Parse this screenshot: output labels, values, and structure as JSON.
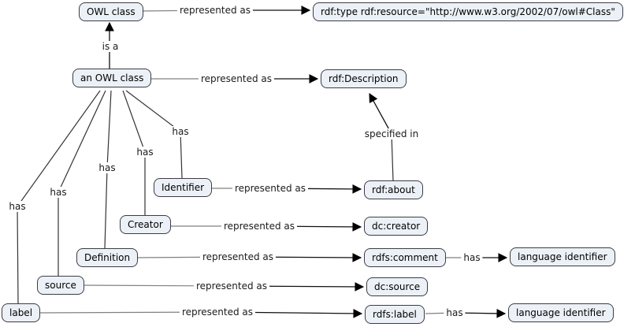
{
  "diagram": {
    "nodes": [
      {
        "id": "owl-class",
        "label": "OWL class"
      },
      {
        "id": "rdf-type-resource",
        "label": "rdf:type rdf:resource=\"http://www.w3.org/2002/07/owl#Class\""
      },
      {
        "id": "an-owl-class",
        "label": "an OWL class"
      },
      {
        "id": "rdf-description",
        "label": "rdf:Description"
      },
      {
        "id": "identifier",
        "label": "Identifier"
      },
      {
        "id": "rdf-about",
        "label": "rdf:about"
      },
      {
        "id": "creator",
        "label": "Creator"
      },
      {
        "id": "dc-creator",
        "label": "dc:creator"
      },
      {
        "id": "definition",
        "label": "Definition"
      },
      {
        "id": "rdfs-comment",
        "label": "rdfs:comment"
      },
      {
        "id": "language-identifier-1",
        "label": "language identifier"
      },
      {
        "id": "source",
        "label": "source"
      },
      {
        "id": "dc-source",
        "label": "dc:source"
      },
      {
        "id": "label",
        "label": "label"
      },
      {
        "id": "rdfs-label",
        "label": "rdfs:label"
      },
      {
        "id": "language-identifier-2",
        "label": "language identifier"
      }
    ],
    "edges": [
      {
        "from": "an OWL class",
        "label": "is a",
        "to": "OWL class"
      },
      {
        "from": "OWL class",
        "label": "represented as",
        "to": "rdf:type rdf:resource=\"http://www.w3.org/2002/07/owl#Class\""
      },
      {
        "from": "an OWL class",
        "label": "represented as",
        "to": "rdf:Description"
      },
      {
        "from": "rdf:about",
        "label": "specified in",
        "to": "rdf:Description"
      },
      {
        "from": "an OWL class",
        "label": "has",
        "to": "Identifier"
      },
      {
        "from": "an OWL class",
        "label": "has",
        "to": "Creator"
      },
      {
        "from": "an OWL class",
        "label": "has",
        "to": "Definition"
      },
      {
        "from": "an OWL class",
        "label": "has",
        "to": "source"
      },
      {
        "from": "an OWL class",
        "label": "has",
        "to": "label"
      },
      {
        "from": "Identifier",
        "label": "represented as",
        "to": "rdf:about"
      },
      {
        "from": "Creator",
        "label": "represented as",
        "to": "dc:creator"
      },
      {
        "from": "Definition",
        "label": "represented as",
        "to": "rdfs:comment"
      },
      {
        "from": "rdfs:comment",
        "label": "has",
        "to": "language identifier"
      },
      {
        "from": "source",
        "label": "represented as",
        "to": "dc:source"
      },
      {
        "from": "label",
        "label": "represented as",
        "to": "rdfs:label"
      },
      {
        "from": "rdfs:label",
        "label": "has",
        "to": "language identifier"
      }
    ],
    "colors": {
      "background": "#ffffff",
      "node_fill": "#ecf1f7",
      "node_border": "#3c3c44",
      "connector_gray": "#808080",
      "connector_black": "#111111",
      "arrowhead": "#000000"
    }
  }
}
